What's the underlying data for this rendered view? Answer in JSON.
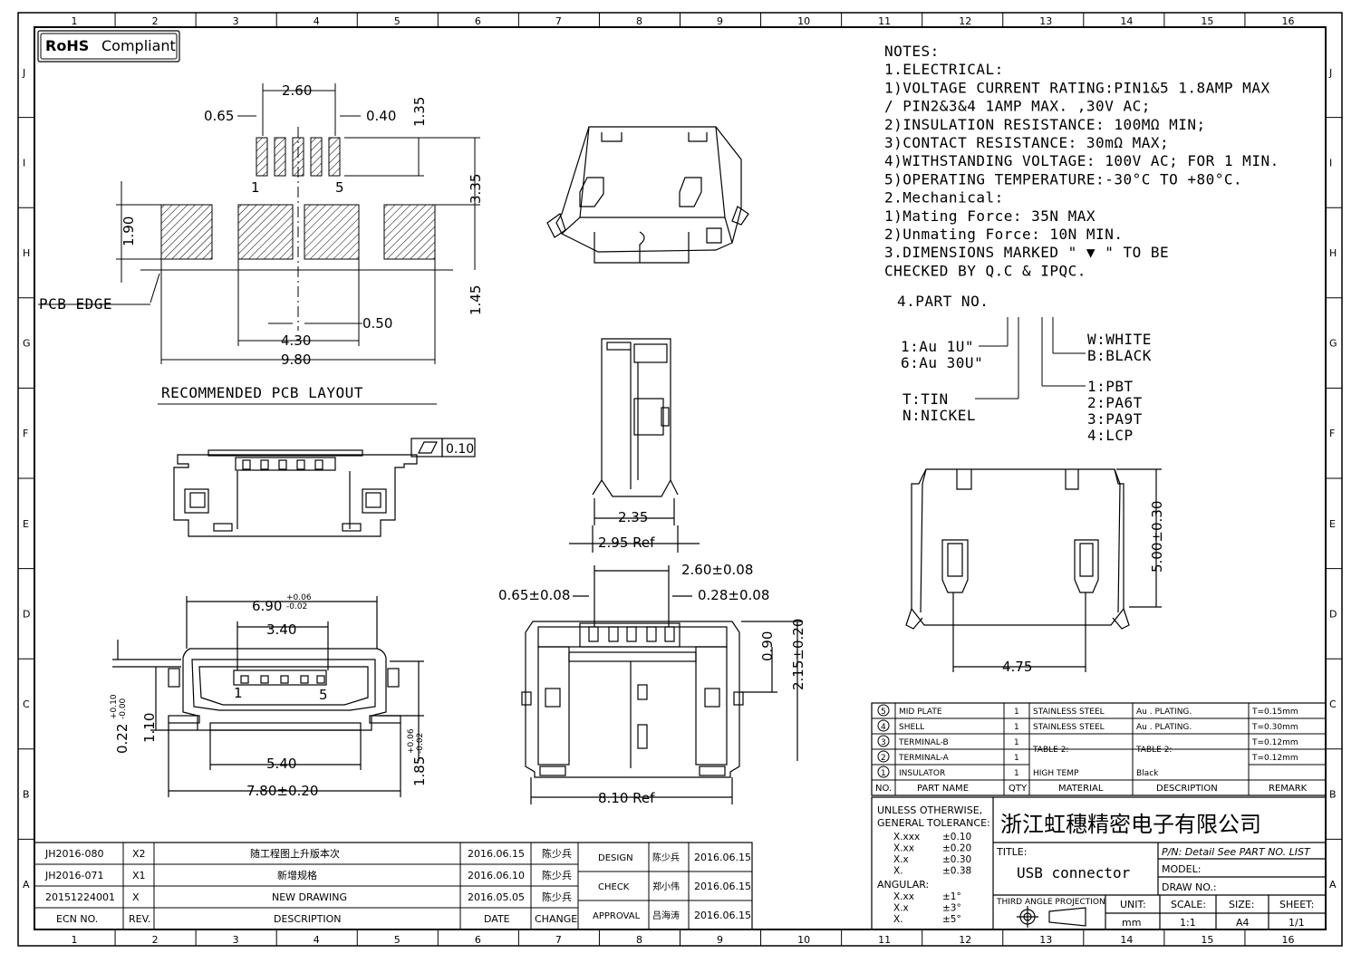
{
  "badge": "RoHS Compliant",
  "badge_parts": {
    "bold": "RoHS",
    "rest": "Compliant"
  },
  "zones_top": [
    "1",
    "2",
    "3",
    "4",
    "5",
    "6",
    "7",
    "8",
    "9",
    "10",
    "11",
    "12",
    "13",
    "14",
    "15",
    "16"
  ],
  "zones_side": [
    "J",
    "I",
    "H",
    "G",
    "F",
    "E",
    "D",
    "C",
    "B",
    "A"
  ],
  "notes": [
    "NOTES:",
    "1.ELECTRICAL:",
    " 1)VOLTAGE CURRENT RATING:PIN1&5 1.8AMP MAX",
    " / PIN2&3&4 1AMP MAX. ,30V AC;",
    " 2)INSULATION RESISTANCE: 100MΩ MIN;",
    " 3)CONTACT RESISTANCE: 30mΩ MAX;",
    " 4)WITHSTANDING VOLTAGE: 100V AC; FOR 1 MIN.",
    " 5)OPERATING TEMPERATURE:-30°C TO +80°C.",
    "2.Mechanical:",
    " 1)Mating Force:  35N MAX",
    " 2)Unmating Force:  10N MIN.",
    "3.DIMENSIONS MARKED \" ▼ \" TO BE",
    "  CHECKED BY Q.C & IPQC."
  ],
  "part_no": {
    "title": "4.PART NO.",
    "plating": [
      "1:Au 1U\"",
      "6:Au 30U\""
    ],
    "base": [
      "T:TIN",
      "N:NICKEL"
    ],
    "color": [
      "W:WHITE",
      "B:BLACK"
    ],
    "material": [
      "1:PBT",
      "2:PA6T",
      "3:PA9T",
      "4:LCP"
    ]
  },
  "pcb_layout": {
    "caption": "RECOMMENDED PCB LAYOUT",
    "pcb_edge": "PCB EDGE",
    "dims": [
      "2.60",
      "0.65",
      "0.40",
      "1.35",
      "3.35",
      "1.90",
      "1.45",
      "0.50",
      "4.30",
      "9.80"
    ],
    "pins": [
      "1",
      "5"
    ]
  },
  "front_view": {
    "flatness": "0.10",
    "dims": [
      "6.90",
      "+0.06",
      "-0.02",
      "3.40",
      "5.40",
      "7.80±0.20",
      "0.22",
      "+0.10",
      "-0.00",
      "1.10",
      "1.85",
      "+0.06",
      "-0.02"
    ],
    "pins": [
      "1",
      "5"
    ]
  },
  "side_view": {
    "dims": [
      "2.35",
      "2.95 Ref"
    ]
  },
  "back_view": {
    "dims": [
      "2.60±0.08",
      "0.65±0.08",
      "0.28±0.08",
      "0.90",
      "2.15±0.20",
      "8.10 Ref"
    ]
  },
  "top_view": {
    "dims": [
      "5.00±0.30",
      "4.75"
    ]
  },
  "bom": {
    "header": [
      "NO.",
      "PART NAME",
      "QTY",
      "MATERIAL",
      "DESCRIPTION",
      "REMARK"
    ],
    "rows": [
      {
        "no": "5",
        "name": "MID PLATE",
        "qty": "1",
        "material": "STAINLESS STEEL",
        "desc": "Au . PLATING.",
        "remark": "T=0.15mm"
      },
      {
        "no": "4",
        "name": "SHELL",
        "qty": "1",
        "material": "STAINLESS STEEL",
        "desc": "Au . PLATING.",
        "remark": "T=0.30mm"
      },
      {
        "no": "3",
        "name": "TERMINAL-B",
        "qty": "1",
        "material": "TABLE 2:",
        "desc": "TABLE 2:",
        "remark": "T=0.12mm"
      },
      {
        "no": "2",
        "name": "TERMINAL-A",
        "qty": "1",
        "material": "",
        "desc": "",
        "remark": "T=0.12mm"
      },
      {
        "no": "1",
        "name": "INSULATOR",
        "qty": "1",
        "material": "HIGH TEMP",
        "desc": "Black",
        "remark": ""
      }
    ]
  },
  "tolerance": {
    "title1": "UNLESS OTHERWISE,",
    "title2": "GENERAL TOLERANCE:",
    "rows": [
      [
        "X.xxx",
        "±0.10"
      ],
      [
        "X.xx",
        "±0.20"
      ],
      [
        "X.x",
        "±0.30"
      ],
      [
        "X.",
        "±0.38"
      ]
    ],
    "angular_label": "ANGULAR:",
    "angular": [
      [
        "X.xx",
        "±1°"
      ],
      [
        "X.x",
        "±3°"
      ],
      [
        "X.",
        "±5°"
      ]
    ]
  },
  "title_block": {
    "company": "浙江虹穗精密电子有限公司",
    "title_label": "TITLE:",
    "title": "USB connector",
    "pn": "P/N: Detail See PART NO. LIST",
    "model": "MODEL:",
    "drawno": "DRAW NO.:",
    "projection": "THIRD ANGLE PROJECTION",
    "unit_label": "UNIT:",
    "unit": "mm",
    "scale_label": "SCALE:",
    "scale": "1:1",
    "size_label": "SIZE:",
    "size": "A4",
    "sheet_label": "SHEET:",
    "sheet": "1/1"
  },
  "revisions": {
    "header": [
      "ECN NO.",
      "REV.",
      "DESCRIPTION",
      "DATE",
      "CHANGE"
    ],
    "rows": [
      [
        "JH2016-080",
        "X2",
        "随工程图上升版本次",
        "2016.06.15",
        "陈少兵"
      ],
      [
        "JH2016-071",
        "X1",
        "新增规格",
        "2016.06.10",
        "陈少兵"
      ],
      [
        "20151224001",
        "X",
        "NEW DRAWING",
        "2016.05.05",
        "陈少兵"
      ]
    ]
  },
  "approvals": [
    [
      "DESIGN",
      "陈少兵",
      "2016.06.15"
    ],
    [
      "CHECK",
      "郑小伟",
      "2016.06.15"
    ],
    [
      "APPROVAL",
      "吕海涛",
      "2016.06.15"
    ]
  ]
}
